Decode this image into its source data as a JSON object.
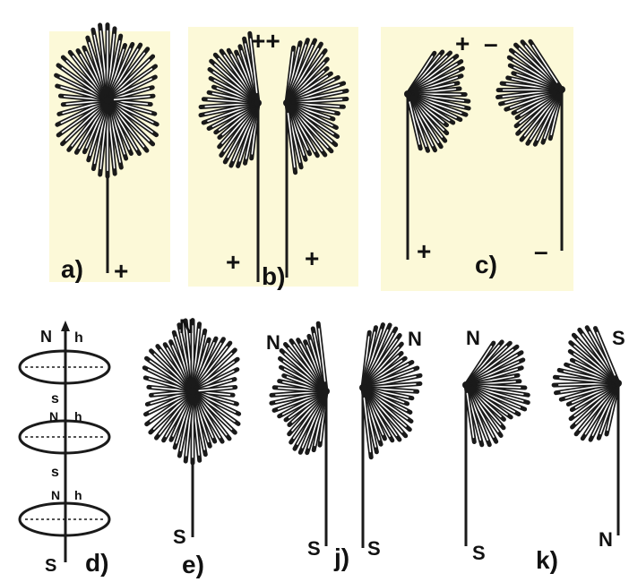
{
  "panels": {
    "a": {
      "label": "a)",
      "wire_sign": "+"
    },
    "b": {
      "label": "b)",
      "top_signs": "++",
      "left_sign": "+",
      "right_sign": "+"
    },
    "c": {
      "label": "c)",
      "top_left_sign": "+",
      "top_right_sign": "–",
      "left_sign": "+",
      "right_sign": "–"
    },
    "d": {
      "label": "d)",
      "poles": [
        "N",
        "h",
        "s",
        "N",
        "h",
        "s",
        "N",
        "h",
        "S"
      ]
    },
    "e": {
      "label": "e)",
      "top_pole": "N",
      "bottom_pole": "S"
    },
    "j": {
      "label": "j)",
      "top_left_pole": "N",
      "top_right_pole": "N",
      "left_pole": "S",
      "right_pole": "S"
    },
    "k": {
      "label": "k)",
      "top_left_pole": "N",
      "top_right_pole": "S",
      "left_pole": "S",
      "right_pole": "N"
    }
  },
  "colors": {
    "tint": "#fcf9d8",
    "ink": "#1a1a1a"
  }
}
